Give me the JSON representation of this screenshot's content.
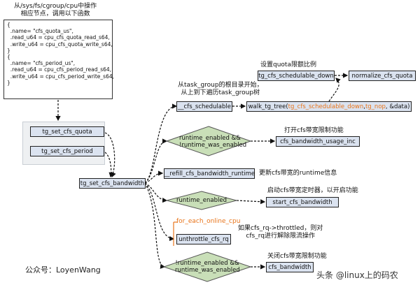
{
  "header_note": "从/sys/fs/cgroup/cpu中操作\n相应节点，调用以下函数",
  "code_block": "{\n  .name= \"cfs_quota_us\",\n  .read_u64 = cpu_cfs_quota_read_s64,\n  .write_u64 = cpu_cfs_quota_write_s64,\n}\n{\n  .name= \"cfs_period_us\",\n  .read_u64 = cpu_cfs_period_read_s64,\n  .write_u64 = cpu_cfs_period_write_s64,\n}",
  "nodes": {
    "tg_set_cfs_quota": "tg_set_cfs_quota",
    "tg_set_cfs_period": "tg_set_cfs_period",
    "tg_set_cfs_bandwidth": "tg_set_cfs_bandwidth",
    "cfs_schedulable": "__cfs_schedulable",
    "tg_cfs_schedulable_down": "tg_cfs_schedulable_down",
    "normalize_cfs_quota": "normalize_cfs_quota",
    "walk_tg_tree_prefix": "walk_tg_tree(",
    "walk_tg_tree_arg1": "tg_cfs_schedulable_down",
    "walk_tg_tree_sep": ", ",
    "walk_tg_tree_arg2": "tg_nop",
    "walk_tg_tree_suffix": ", &data)",
    "cfs_bandwidth_usage_inc": "cfs_bandwidth_usage_inc",
    "refill_cfs_bandwidth_runtime": "__refill_cfs_bandwidth_runtime",
    "start_cfs_bandwidth": "start_cfs_bandwidth",
    "for_each_online_cpu": "for_each_online_cpu",
    "unthrottle_cfs_rq": "unthrottle_cfs_rq",
    "cfs_bandwidth_dec": "cfs_bandwidth"
  },
  "diamonds": {
    "d1": "runtime_enabled &&\n!runtime_was_enabled",
    "d2": "runtime_enabled",
    "d3": "!runtime_enabled &&\nruntime_was_enabled"
  },
  "notes": {
    "set_quota": "设置quota限额比例",
    "walk_tree": "从task_group的根目录开始，\n从上到下遍历task_group树",
    "open_limit": "打开cfs带宽限制功能",
    "update_runtime": "更新cfs带宽的runtime信息",
    "start_timer": "启动cfs带宽定时器，以开启功能",
    "unthrottle": "如果cfs_rq->throttled，则对\ncfs_rq进行解除限流操作",
    "close_limit": "关闭cfs带宽限制功能"
  },
  "footer": {
    "author": "公众号：LoyenWang",
    "watermark": "头条 @linux上的码农"
  }
}
